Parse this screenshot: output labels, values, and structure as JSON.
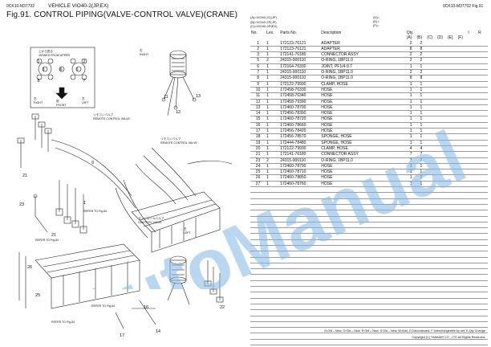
{
  "header": {
    "left_code": "0CK10-M37702",
    "vehicle": "VEHICLE VIO40-2(JP,EX)",
    "fig_title": "Fig.91.  CONTROL PIPING(VALVE-CONTROL VALVE)(CRANE)",
    "right_code": "0CK10-M37702",
    "right_fig": "Fig.91"
  },
  "models": [
    "(A)=VIO40-2C(JP)",
    "(B)=VIO40-2P(JP)",
    "(C)=VIO40-2P(EX)"
  ],
  "legend": [
    "(D)=",
    "(E)=",
    "(F)="
  ],
  "table": {
    "headers": {
      "no": "No.",
      "lev": "Lev.",
      "parts": "Parts No.",
      "desc": "Description",
      "qty": "Qty.",
      "i": "I",
      "r": "R"
    },
    "qty_cols": [
      "(A)",
      "(B)",
      "(C)",
      "(D)",
      "(E)",
      "(F)"
    ],
    "rows": [
      {
        "no": "1",
        "lev": "1",
        "part": "172123-76121",
        "desc": "ADAPTER",
        "a": "2",
        "b": "2"
      },
      {
        "no": "2",
        "lev": "1",
        "part": "172123-76121",
        "desc": "ADAPTER",
        "a": "8",
        "b": "8"
      },
      {
        "no": "3",
        "lev": "1",
        "part": "172141-76180",
        "desc": "CONNECTOR ASSY",
        "a": "2",
        "b": "2"
      },
      {
        "no": "5",
        "lev": "2",
        "part": "24315-000110",
        "desc": "O-RING, 1BP11.0",
        "a": "2",
        "b": "2"
      },
      {
        "no": "6",
        "lev": "1",
        "part": "172164-76330",
        "desc": "JOINT, PF1/4-9.7",
        "a": "1",
        "b": "1"
      },
      {
        "no": "7",
        "lev": "1",
        "part": "24315-000110",
        "desc": "O-RING, 1BP11.0",
        "a": "2",
        "b": "2"
      },
      {
        "no": "8",
        "lev": "1",
        "part": "24315-000110",
        "desc": "O-RING, 1BP11.0",
        "a": "8",
        "b": "8"
      },
      {
        "no": "9",
        "lev": "1",
        "part": "172122-79930",
        "desc": "CLAMP, HOSE",
        "a": "1",
        "b": "1"
      },
      {
        "no": "10",
        "lev": "1",
        "part": "172458-76330",
        "desc": "HOSE",
        "a": "1",
        "b": "1"
      },
      {
        "no": "11",
        "lev": "1",
        "part": "172458-76340",
        "desc": "HOSE",
        "a": "1",
        "b": "1"
      },
      {
        "no": "12",
        "lev": "1",
        "part": "172458-79390",
        "desc": "HOSE",
        "a": "1",
        "b": "1"
      },
      {
        "no": "13",
        "lev": "1",
        "part": "172460-78700",
        "desc": "HOSE",
        "a": "1",
        "b": "1"
      },
      {
        "no": "14",
        "lev": "1",
        "part": "172456-78390",
        "desc": "HOSE",
        "a": "1",
        "b": "1"
      },
      {
        "no": "15",
        "lev": "1",
        "part": "172460-78720",
        "desc": "HOSE",
        "a": "1",
        "b": "1"
      },
      {
        "no": "16",
        "lev": "1",
        "part": "172460-78660",
        "desc": "HOSE",
        "a": "1",
        "b": "1"
      },
      {
        "no": "17",
        "lev": "1",
        "part": "172456-78420",
        "desc": "HOSE",
        "a": "1",
        "b": "1"
      },
      {
        "no": "18",
        "lev": "1",
        "part": "172456-78570",
        "desc": "SPONGE, HOSE",
        "a": "1",
        "b": "1"
      },
      {
        "no": "19",
        "lev": "1",
        "part": "172444-78480",
        "desc": "SPONGE, HOSE",
        "a": "1",
        "b": "1"
      },
      {
        "no": "20",
        "lev": "1",
        "part": "172122-79930",
        "desc": "CLAMP, HOSE",
        "a": "4",
        "b": "4"
      },
      {
        "no": "21",
        "lev": "1",
        "part": "172141-76180",
        "desc": "CONNECTOR ASSY",
        "a": "7",
        "b": "7"
      },
      {
        "no": "23",
        "lev": "2",
        "part": "24315-000110",
        "desc": "O-RING, 1BP11.0",
        "a": "7",
        "b": "7"
      },
      {
        "no": "24",
        "lev": "1",
        "part": "172460-78790",
        "desc": "HOSE",
        "a": "1",
        "b": "1"
      },
      {
        "no": "25",
        "lev": "1",
        "part": "172460-78710",
        "desc": "HOSE",
        "a": "1",
        "b": "1"
      },
      {
        "no": "26",
        "lev": "1",
        "part": "172460-78850",
        "desc": "HOSE",
        "a": "1",
        "b": "1"
      },
      {
        "no": "27",
        "lev": "1",
        "part": "172460-78760",
        "desc": "HOSE",
        "a": "1",
        "b": "1"
      }
    ],
    "empty_rows": 27
  },
  "diagram": {
    "inset_jp": "上から見る",
    "inset_title": "VIEWED FROM UPPER",
    "inset_left_jp": "右",
    "inset_right": "RIGHT",
    "inset_front_jp": "前",
    "inset_front": "FRONT",
    "inset_left_label_jp": "左",
    "inset_left_label": "LEFT",
    "rc_valve_jp": "リモコンバルブ",
    "rc_valve": "REMOTE CONTROL VALVE",
    "rc_valve2_jp": "リモコンバルブ",
    "rc_valve2": "REMOTE CONTROL VALVE",
    "ctrl_valve_jp": "コントロールバルブ",
    "ctrl_valve": "CONTROL VALVE",
    "ref1": "REFER TO Fig.84",
    "ref2": "REFER TO Fig.84",
    "ref3": "REFER TO Fig.84",
    "ref4": "REFER TO Fig.84",
    "right_jp": "右",
    "right": "RIGHT",
    "left_jp": "左",
    "left": "LEFT"
  },
  "footer": "N:Old→New, O:Old→New, R:Old→New, S:Old→New, W:Add, Z:Discontinued, F:Interchangeable by set, K:Qty Change",
  "copyright": "Copyright (C)  YANMAR CO., LTD All Rights Reserved.",
  "watermark": "AutoManual",
  "colors": {
    "watermark": "#7fb7e6",
    "line": "#222222"
  }
}
